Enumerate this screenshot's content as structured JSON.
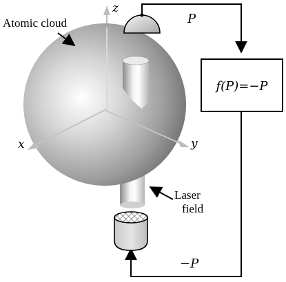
{
  "labels": {
    "atomic_cloud": "Atomic cloud",
    "axis_x": "x",
    "axis_y": "y",
    "axis_z": "z",
    "signal_p": "P",
    "feedback_function": "f(P)=−P",
    "laser_line1": "Laser",
    "laser_line2": "field",
    "neg_p": "−P"
  },
  "colors": {
    "line": "#000000",
    "axis": "#bdbdbd",
    "sphere_light": "#ffffff",
    "sphere_dark": "#6e6e6e",
    "detector_fill": "#d4d4d4"
  },
  "icons": {
    "detector": "dome-detector-icon",
    "source": "laser-source-icon"
  }
}
